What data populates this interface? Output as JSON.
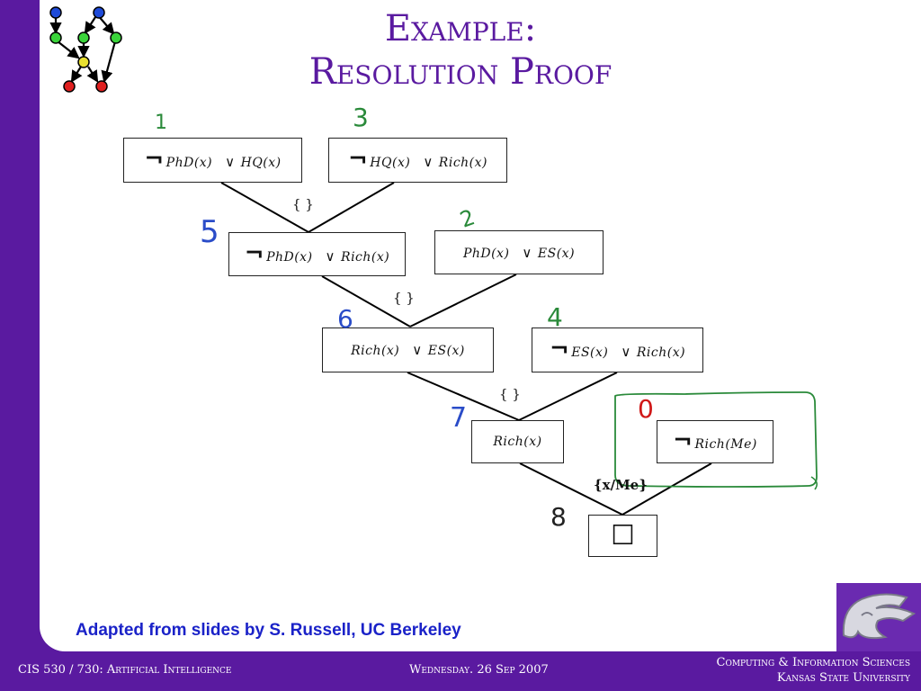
{
  "title": {
    "line1": "Example:",
    "line2": "Resolution Proof"
  },
  "clauses": {
    "c1": {
      "neg": "¬",
      "a": "PhD(x)",
      "or": "∨",
      "b": "HQ(x)"
    },
    "c3": {
      "neg": "¬",
      "a": "HQ(x)",
      "or": "∨",
      "b": "Rich(x)"
    },
    "c5": {
      "neg": "¬",
      "a": "PhD(x)",
      "or": "∨",
      "b": "Rich(x)"
    },
    "c2": {
      "a": "PhD(x)",
      "or": "∨",
      "b": "ES(x)"
    },
    "c6": {
      "a": "Rich(x)",
      "or": "∨",
      "b": "ES(x)"
    },
    "c4": {
      "neg": "¬",
      "a": "ES(x)",
      "or": "∨",
      "b": "Rich(x)"
    },
    "c7": {
      "a": "Rich(x)"
    },
    "c0": {
      "neg": "¬",
      "a": "Rich(Me)"
    },
    "c8": {
      "symbol": "☐"
    }
  },
  "substitutions": {
    "s1": "{ }",
    "s2": "{ }",
    "s3": "{ }",
    "s4": "{x/Me}"
  },
  "annotations": {
    "n1": "1",
    "n3": "3",
    "n5": "5",
    "n2": "2",
    "n6": "6",
    "n4": "4",
    "n7": "7",
    "n0": "0",
    "n8": "8"
  },
  "annotation_colors": {
    "green": "#2a8a3a",
    "blue": "#2a4cc8",
    "red": "#d01818"
  },
  "caption": "Adapted from slides by S. Russell, UC Berkeley",
  "footer": {
    "course": "CIS 530 / 730: Artificial Intelligence",
    "date": "Wednesday. 26 Sep 2007",
    "dept": "Computing & Information Sciences",
    "university": "Kansas State University"
  },
  "logo_icon": "bayes-network-icon",
  "brand_icon": "k-state-wildcat-icon"
}
